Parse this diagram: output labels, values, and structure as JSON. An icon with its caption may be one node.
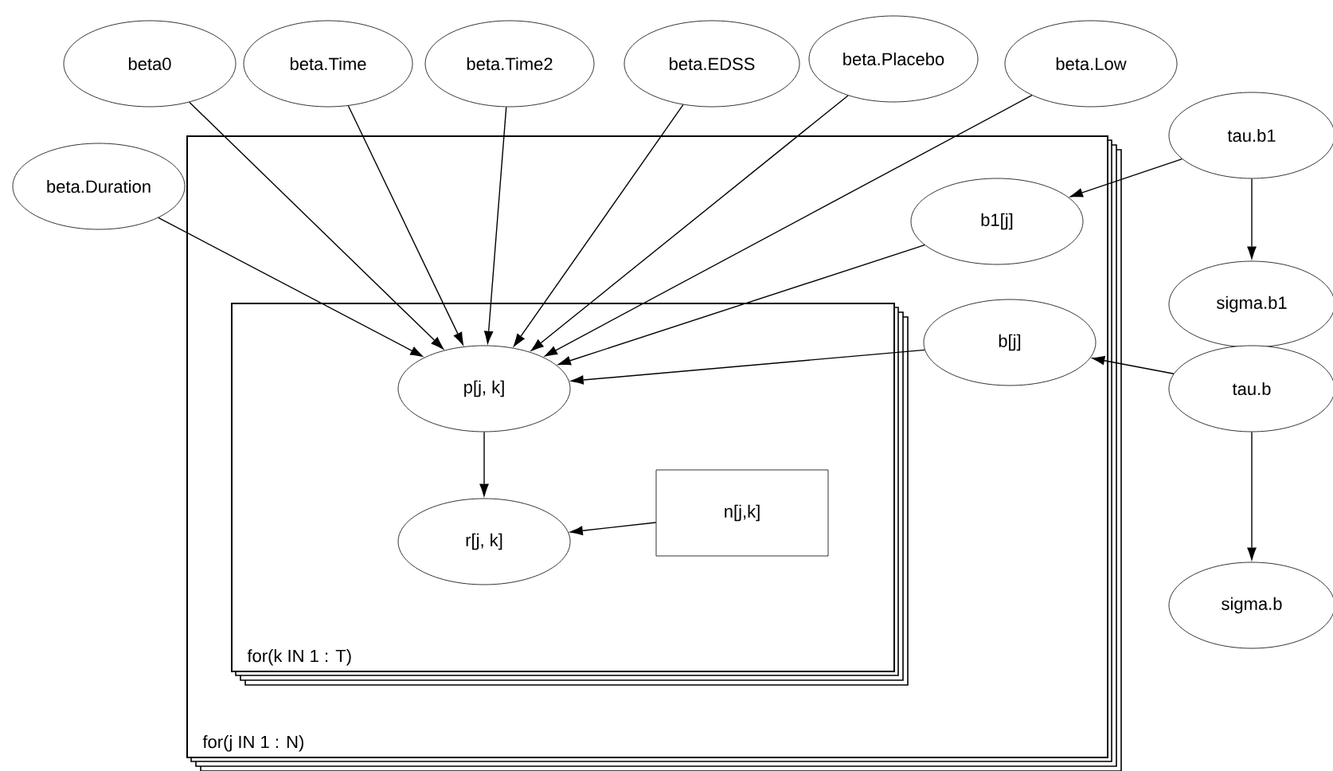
{
  "diagram": {
    "nodes": [
      {
        "text": [
          "beta0"
        ]
      },
      {
        "text": [
          "beta.Time"
        ]
      },
      {
        "text": [
          "beta.Time2"
        ]
      },
      {
        "text": [
          "beta.EDSS"
        ]
      },
      {
        "text": [
          "beta.Placebo"
        ]
      },
      {
        "text": [
          "beta.Low"
        ]
      },
      {
        "text": [
          "beta.Duration"
        ]
      },
      {
        "text": [
          "tau.b1"
        ]
      },
      {
        "text": [
          "for(j IN 1 : N)"
        ]
      },
      {
        "text": [
          "b1[j]"
        ],
        "in": 8
      },
      {
        "text": [
          "sigma.b1"
        ]
      },
      {
        "text": [
          "for(k IN 1 : T)"
        ],
        "in": 8
      },
      {
        "text": [
          "b[j]"
        ],
        "in": 8
      },
      {
        "text": [
          "tau.b"
        ]
      },
      {
        "text": [
          "p[j, k]"
        ],
        "in": 11
      },
      {
        "text": [
          "r[j, k]"
        ],
        "in": 11
      },
      {
        "text": [
          "n[j,k]"
        ],
        "in": 11
      },
      {
        "text": [
          "sigma.b"
        ]
      }
    ],
    "edges": [
      {
        "from": 0,
        "to": 14,
        "arrow": "to"
      },
      {
        "from": 1,
        "to": 14,
        "arrow": "to"
      },
      {
        "from": 2,
        "to": 14,
        "arrow": "to"
      },
      {
        "from": 3,
        "to": 14,
        "arrow": "to"
      },
      {
        "from": 4,
        "to": 14,
        "arrow": "to"
      },
      {
        "from": 5,
        "to": 14,
        "arrow": "to"
      },
      {
        "from": 6,
        "to": 14,
        "arrow": "to"
      },
      {
        "from": 9,
        "to": 14,
        "arrow": "to"
      },
      {
        "from": 12,
        "to": 14,
        "arrow": "to"
      },
      {
        "from": 7,
        "to": 9,
        "arrow": "to"
      },
      {
        "from": 7,
        "to": 10,
        "arrow": "to"
      },
      {
        "from": 13,
        "to": 12,
        "arrow": "to"
      },
      {
        "from": 13,
        "to": 17,
        "arrow": "to"
      },
      {
        "from": 14,
        "to": 15,
        "arrow": "to"
      },
      {
        "from": 16,
        "to": 15,
        "arrow": "to"
      }
    ]
  }
}
